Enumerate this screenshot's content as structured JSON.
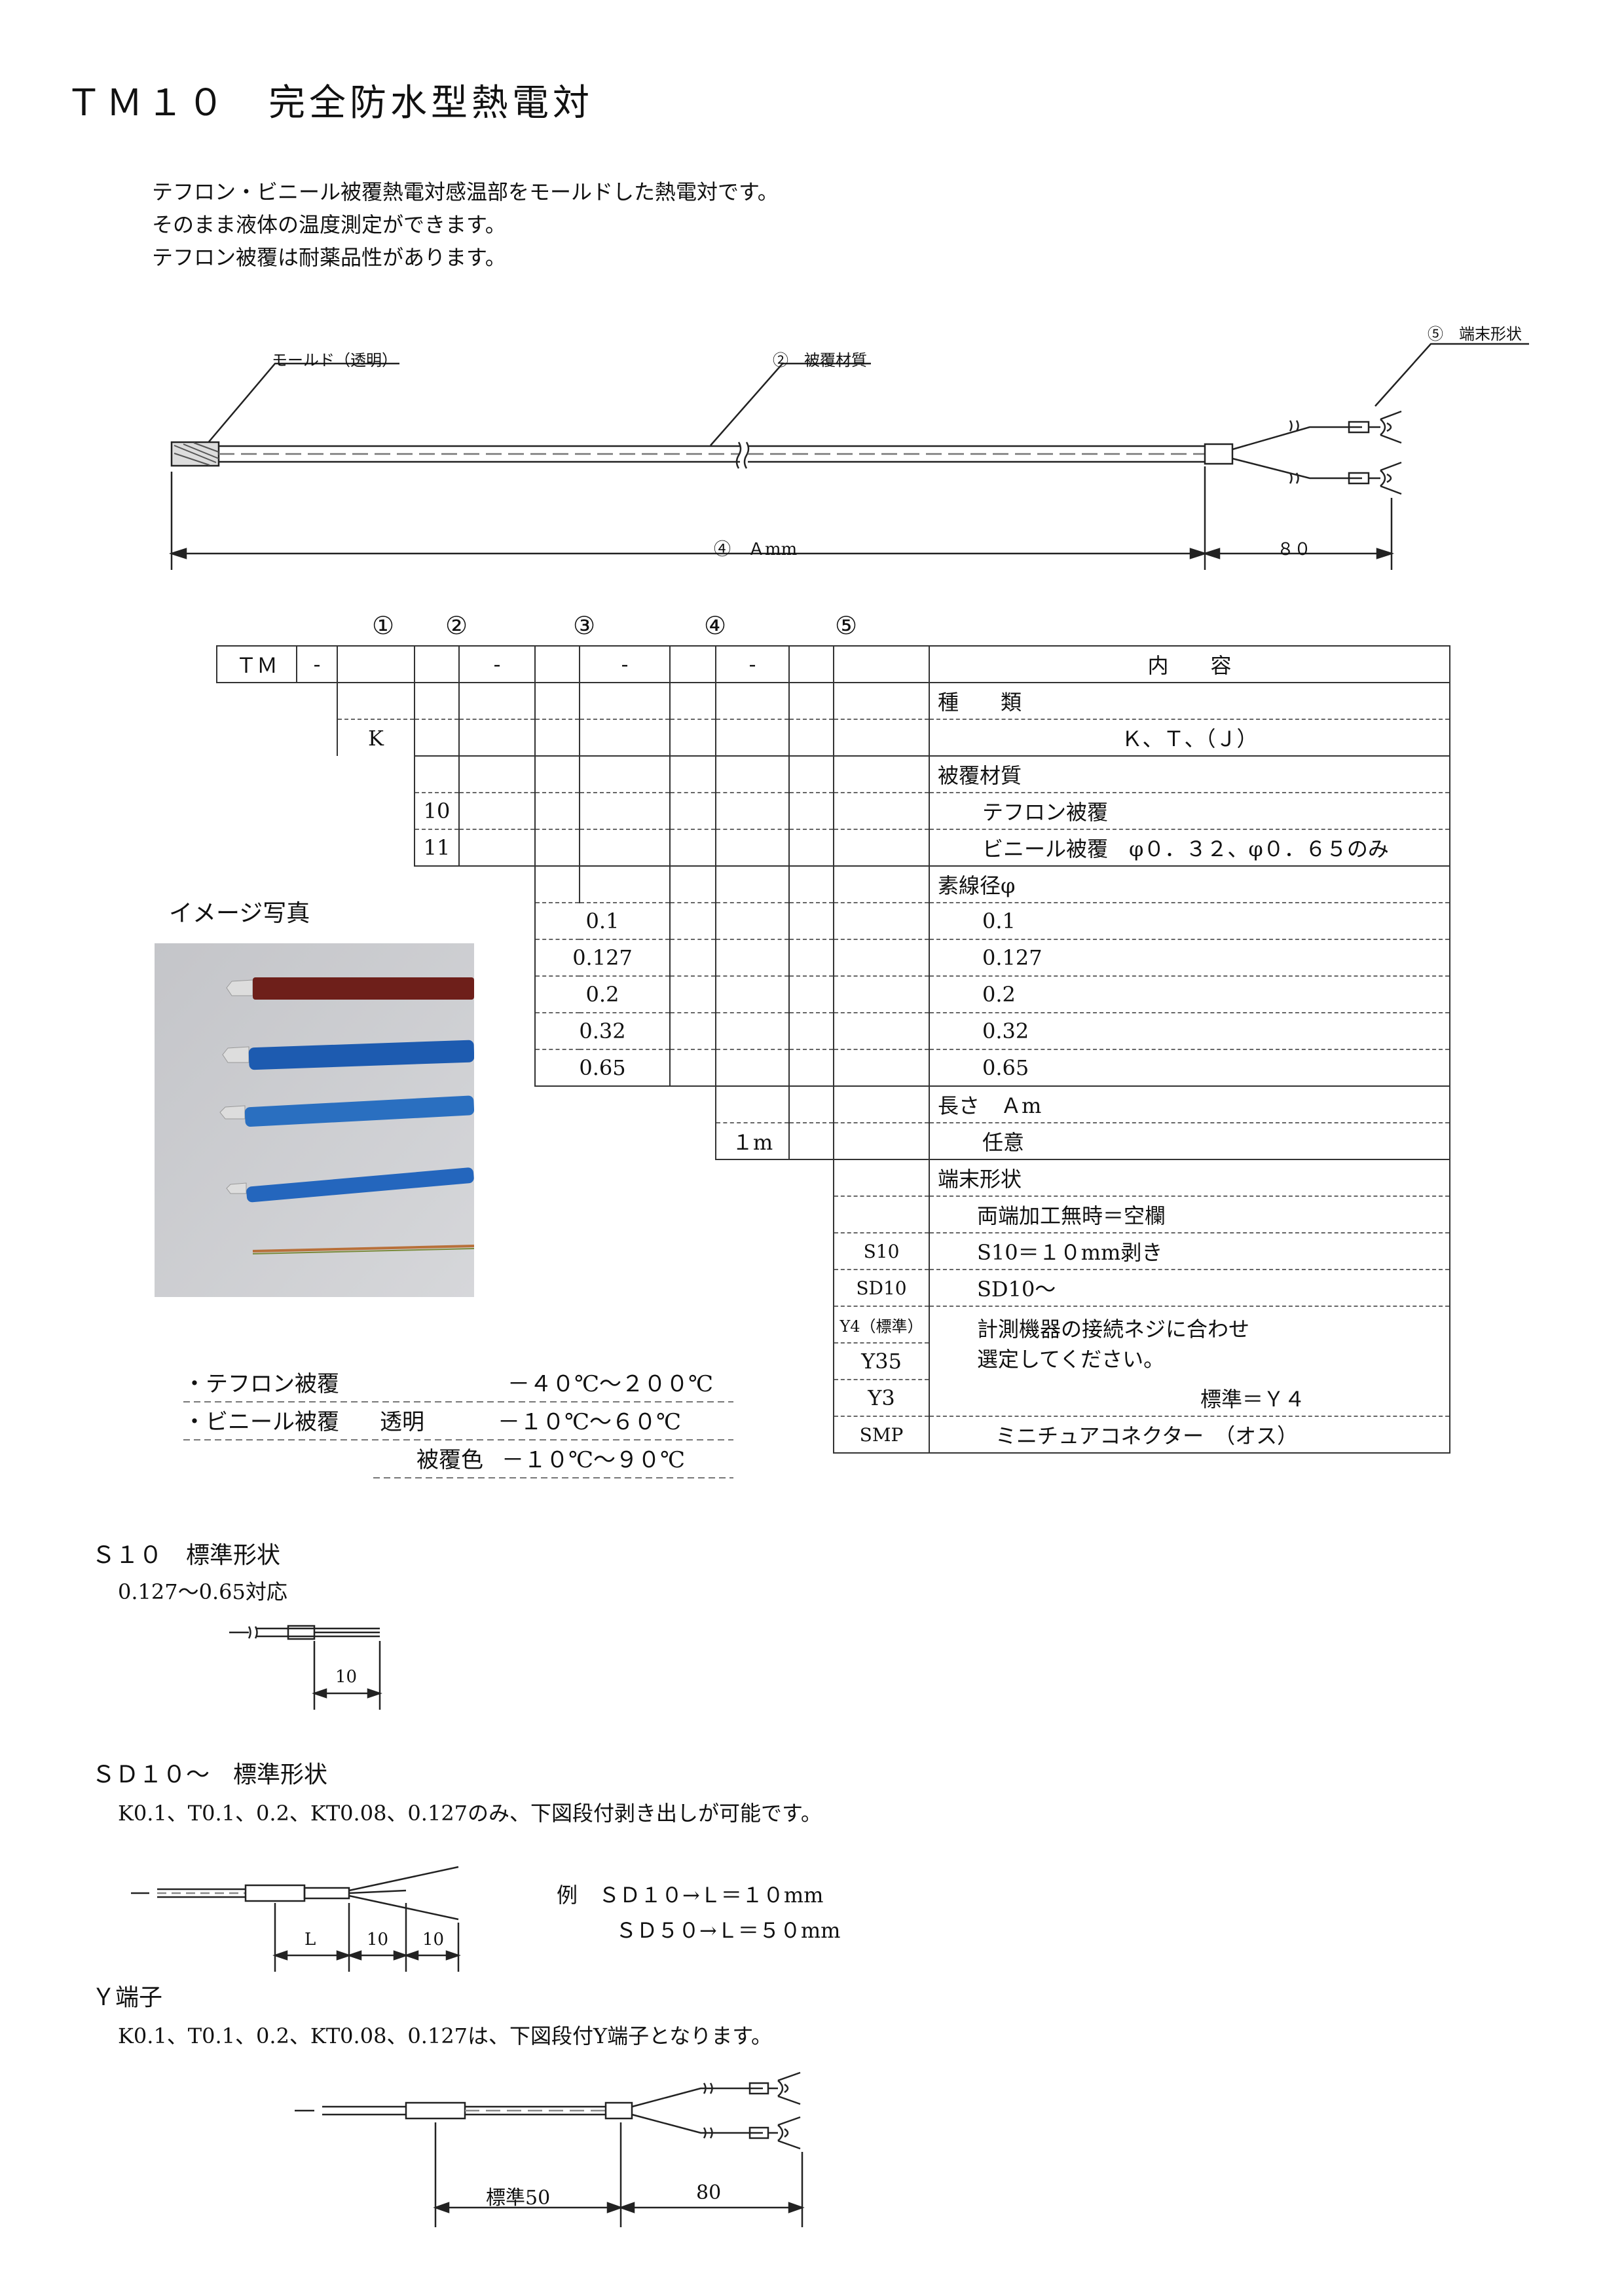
{
  "title": "ＴＭ１０　完全防水型熱電対",
  "intro": [
    "テフロン・ビニール被覆熱電対感温部をモールドした熱電対です。",
    "そのまま液体の温度測定ができます。",
    "テフロン被覆は耐薬品性があります。"
  ],
  "drawing": {
    "mold_label": "モールド（透明）",
    "cover_label": "②　被覆材質",
    "terminal_label": "⑤　端末形状",
    "length_label": "④　Ａmm",
    "tail_label": "８０"
  },
  "table": {
    "column_numbers": [
      "①",
      "②",
      "③",
      "④",
      "⑤"
    ],
    "model_prefix": "ＴＭ",
    "dash": "-",
    "content_header": "内　　容",
    "groups": {
      "type": {
        "heading": "種　　類",
        "code": "K",
        "desc": "Ｋ、Ｔ、（Ｊ）"
      },
      "cover": {
        "heading": "被覆材質",
        "rows": [
          {
            "code": "10",
            "desc": "テフロン被覆"
          },
          {
            "code": "11",
            "desc": "ビニール被覆　φ０．３２、φ０．６５のみ"
          }
        ]
      },
      "diameter": {
        "heading": "素線径φ",
        "rows": [
          {
            "code": "0.1",
            "desc": "0.1"
          },
          {
            "code": "0.127",
            "desc": "0.127"
          },
          {
            "code": "0.2",
            "desc": "0.2"
          },
          {
            "code": "0.32",
            "desc": "0.32"
          },
          {
            "code": "0.65",
            "desc": "0.65"
          }
        ]
      },
      "length": {
        "heading": "長さ　Ａm",
        "code": "１m",
        "desc": "任意"
      },
      "terminal": {
        "heading": "端末形状",
        "rows": [
          {
            "code": "",
            "desc": "両端加工無時＝空欄"
          },
          {
            "code": "S10",
            "desc": "S10＝１０mm剥き"
          },
          {
            "code": "SD10",
            "desc": "SD10～"
          },
          {
            "code": "Y4（標準）",
            "desc": "計測機器の接続ネジに合わせ"
          },
          {
            "code": "Y35",
            "desc": "選定してください。"
          },
          {
            "code": "Y3",
            "desc": "標準＝Ｙ４"
          },
          {
            "code": "SMP",
            "desc": "ミニチュアコネクター　（オス）"
          }
        ]
      }
    }
  },
  "photo_label": "イメージ写真",
  "temps": [
    {
      "a": "・テフロン被覆",
      "b": "",
      "c": "－４０℃～２００℃"
    },
    {
      "a": "・ビニール被覆",
      "b": "透明",
      "c": "－１０℃～６０℃"
    },
    {
      "a": "",
      "b": "被覆色",
      "c": "－１０℃～９０℃"
    }
  ],
  "s10": {
    "heading": "Ｓ１０　標準形状",
    "note": "0.127～0.65対応",
    "dim": "10"
  },
  "sd10": {
    "heading": "ＳＤ１０～　標準形状",
    "note": "K0.1、T0.1、0.2、KT0.08、0.127のみ、下図段付剥き出しが可能です。",
    "dims": [
      "L",
      "10",
      "10"
    ],
    "example_1": "例　ＳＤ１０→Ｌ＝１０mm",
    "example_2": "ＳＤ５０→Ｌ＝５０mm"
  },
  "y": {
    "heading": "Ｙ端子",
    "note": "K0.1、T0.1、0.2、KT0.08、0.127は、下図段付Y端子となります。",
    "dim_a": "標準50",
    "dim_b": "80"
  },
  "colors": {
    "line": "#222222",
    "dash": "#666666"
  }
}
